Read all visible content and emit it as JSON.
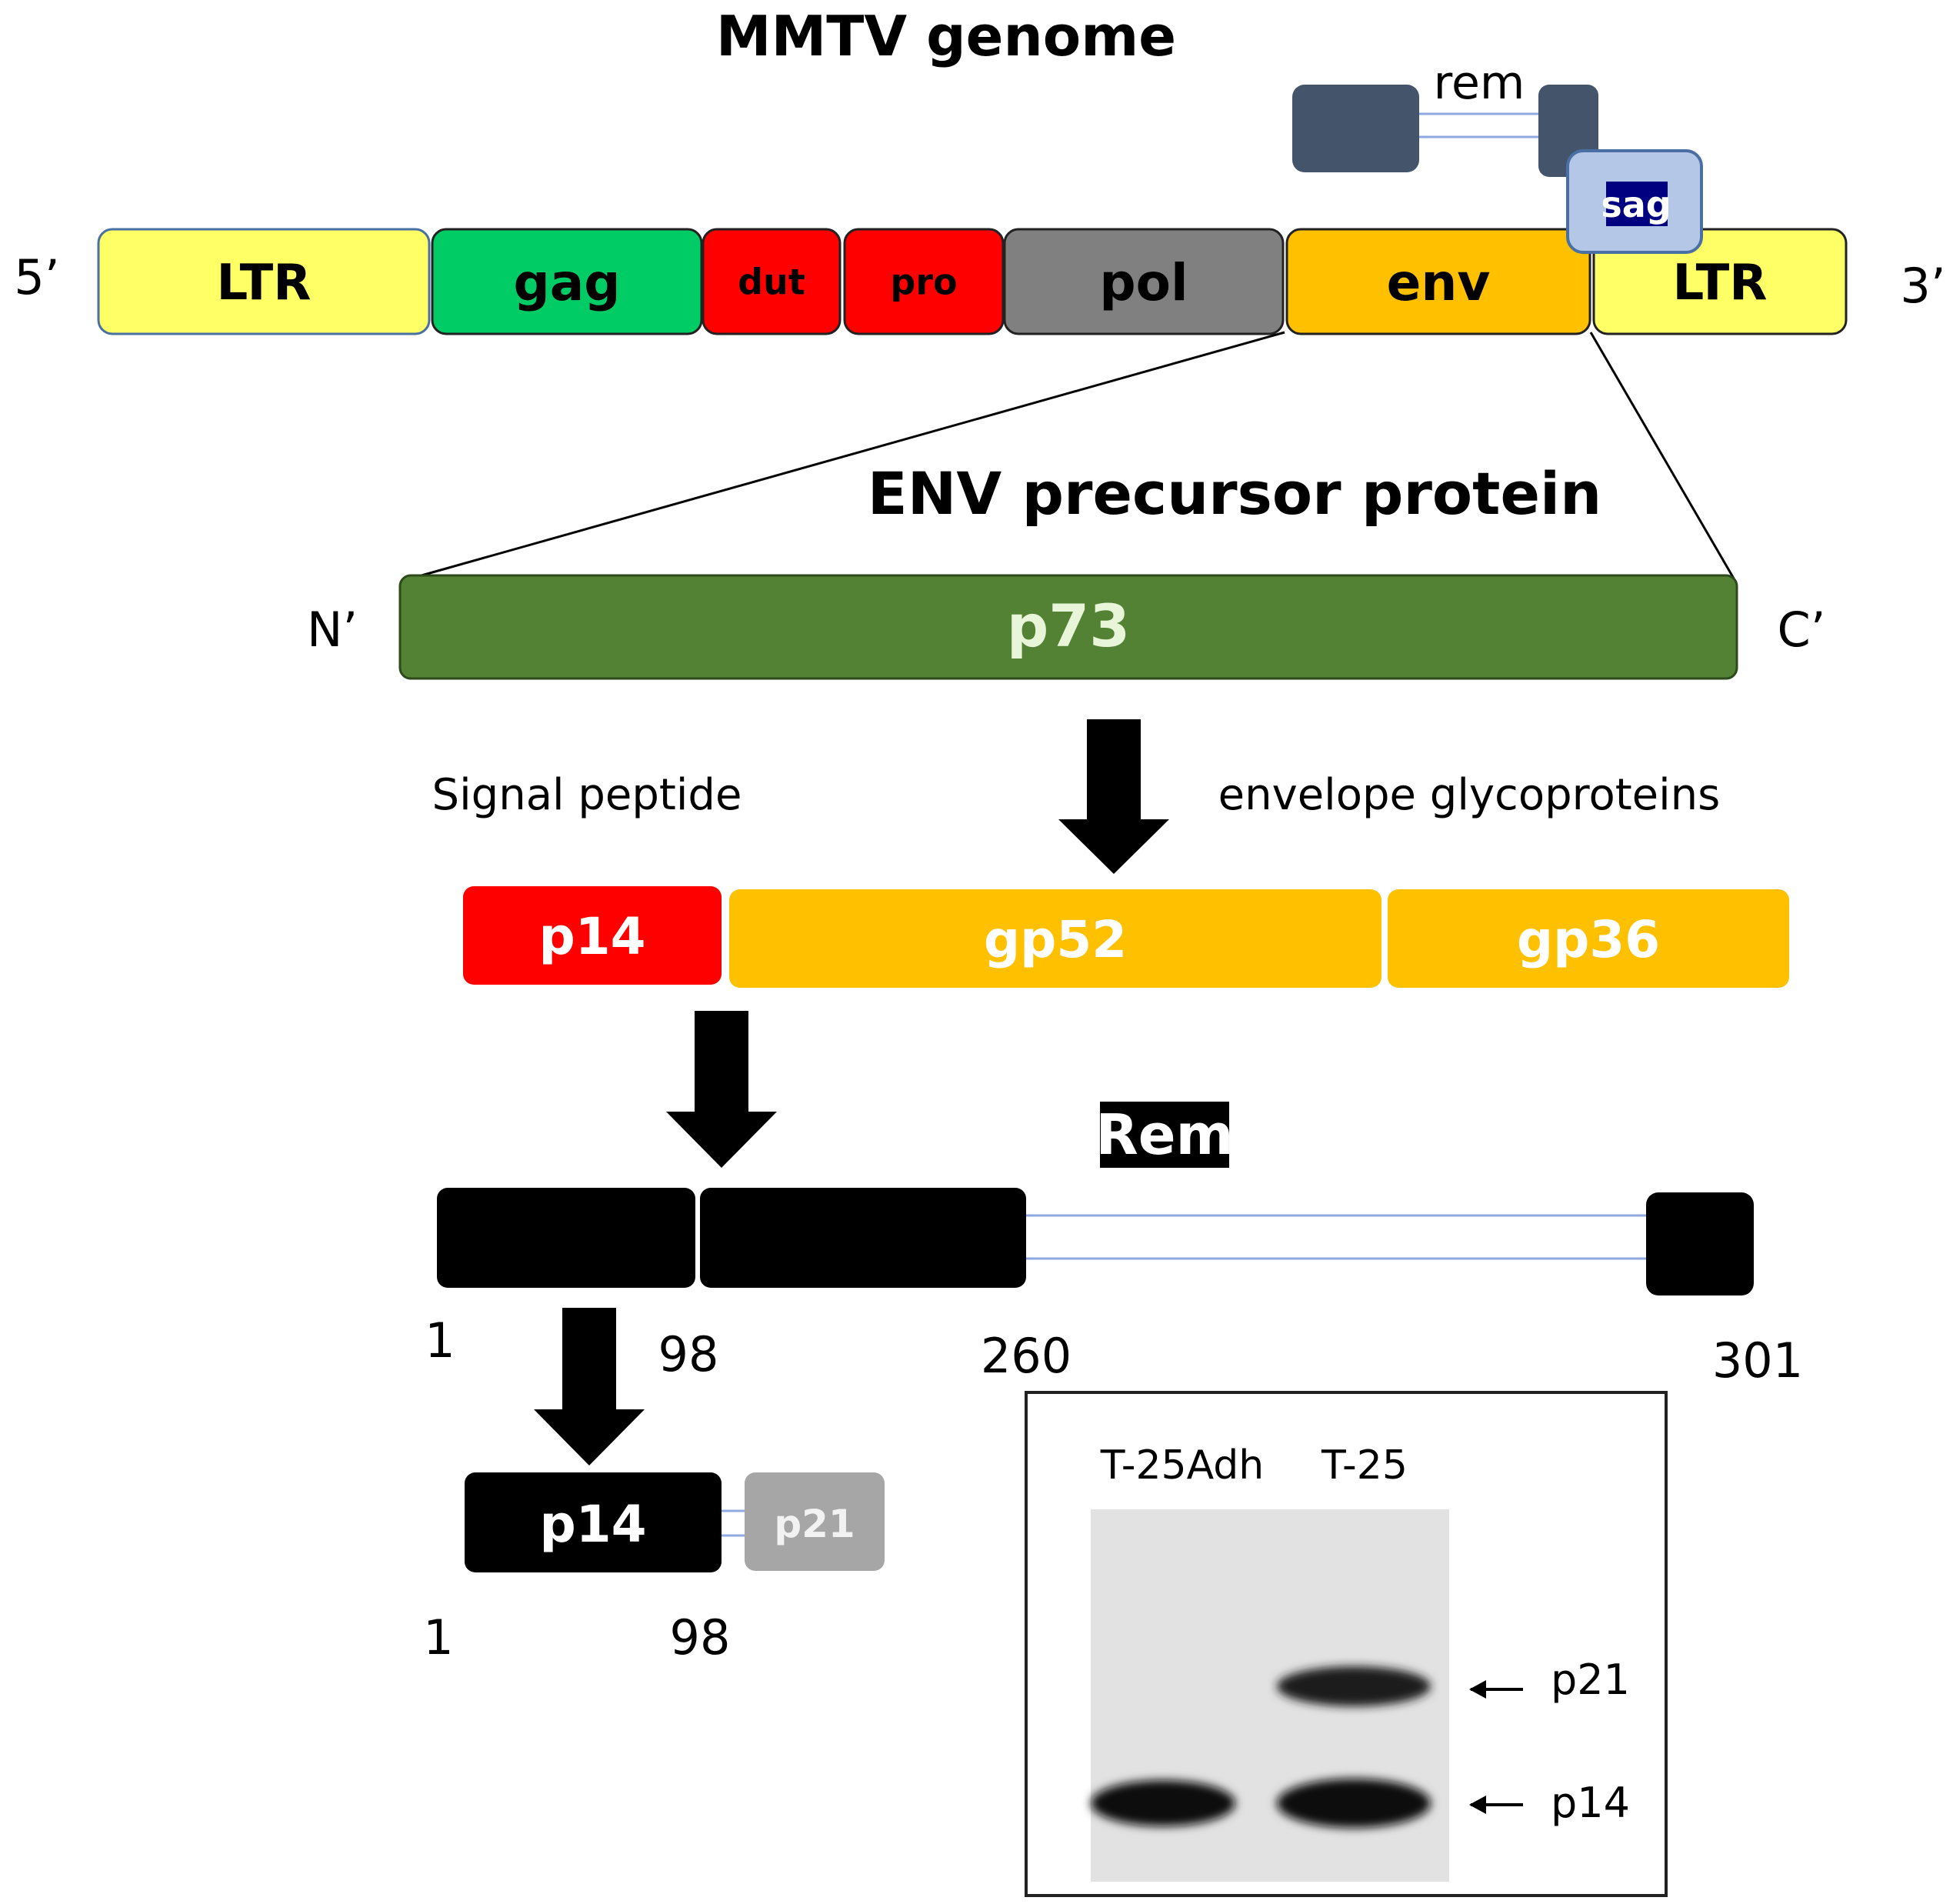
{
  "title": "MMTV genome",
  "genome": {
    "end_5": "5’",
    "end_3": "3’",
    "segments": [
      {
        "label": "LTR",
        "color": "#ffff66"
      },
      {
        "label": "gag",
        "color": "#00cc66"
      },
      {
        "label": "dut",
        "color": "#ff0000"
      },
      {
        "label": "pro",
        "color": "#ff0000"
      },
      {
        "label": "pol",
        "color": "#808080"
      },
      {
        "label": "env",
        "color": "#ffc000"
      },
      {
        "label": "LTR",
        "color": "#ffff66"
      }
    ],
    "rem_label": "rem",
    "sag_label": "sag"
  },
  "precursor": {
    "title": "ENV precursor protein",
    "n_label": "N’",
    "c_label": "C’",
    "bar_label": "p73",
    "bar_color": "#548235"
  },
  "cleavage": {
    "signal_peptide_label": "Signal peptide",
    "glycoproteins_label": "envelope glycoproteins",
    "products": [
      {
        "label": "p14",
        "color": "#ff0000"
      },
      {
        "label": "gp52",
        "color": "#ffc000"
      },
      {
        "label": "gp36",
        "color": "#ffc000"
      }
    ]
  },
  "rem": {
    "title": "Rem",
    "positions": [
      "1",
      "98",
      "260",
      "301"
    ]
  },
  "final": {
    "p14_label": "p14",
    "p21_label": "p21",
    "positions": [
      "1",
      "98"
    ]
  },
  "blot": {
    "lanes": [
      "T-25Adh",
      "T-25"
    ],
    "bands": [
      "p21",
      "p14"
    ]
  }
}
